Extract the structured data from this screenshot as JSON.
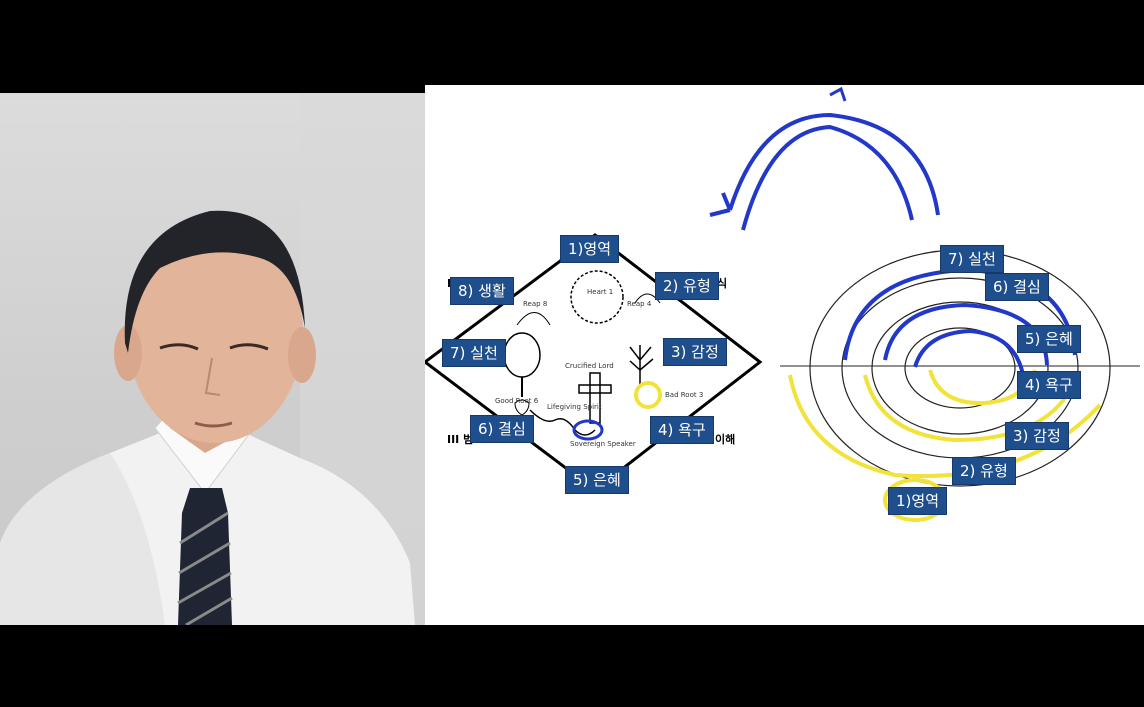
{
  "diamond_labels": {
    "l1": "1)영역",
    "l2": "2) 유형",
    "l3": "3) 감정",
    "l4": "4) 욕구",
    "l5": "5) 은혜",
    "l6": "6) 결심",
    "l7": "7) 실천",
    "l8": "8) 생활"
  },
  "diamond_fragments": {
    "right_top": "식",
    "right_bottom": "이해",
    "left_bottom": "III 벋",
    "left_top": "I"
  },
  "diamond_small_text": {
    "heart": "Heart 1",
    "crucified": "Crucified Lord",
    "lifegiving": "Lifegiving Spirit",
    "sovereign": "Sovereign Speaker",
    "good_root": "Good Root 6",
    "bad_root": "Bad Root 3",
    "reap_left": "Reap 8",
    "reap_right": "Reap 4"
  },
  "circle_labels": {
    "c7": "7) 실천",
    "c6": "6) 결심",
    "c5": "5) 은혜",
    "c4": "4) 욕구",
    "c3": "3) 감정",
    "c2": "2) 유형",
    "c1": "1)영역"
  },
  "colors": {
    "label_bg": "#1f4e8c",
    "ink_blue": "#2238c8",
    "ink_yellow": "#f1e33a"
  }
}
